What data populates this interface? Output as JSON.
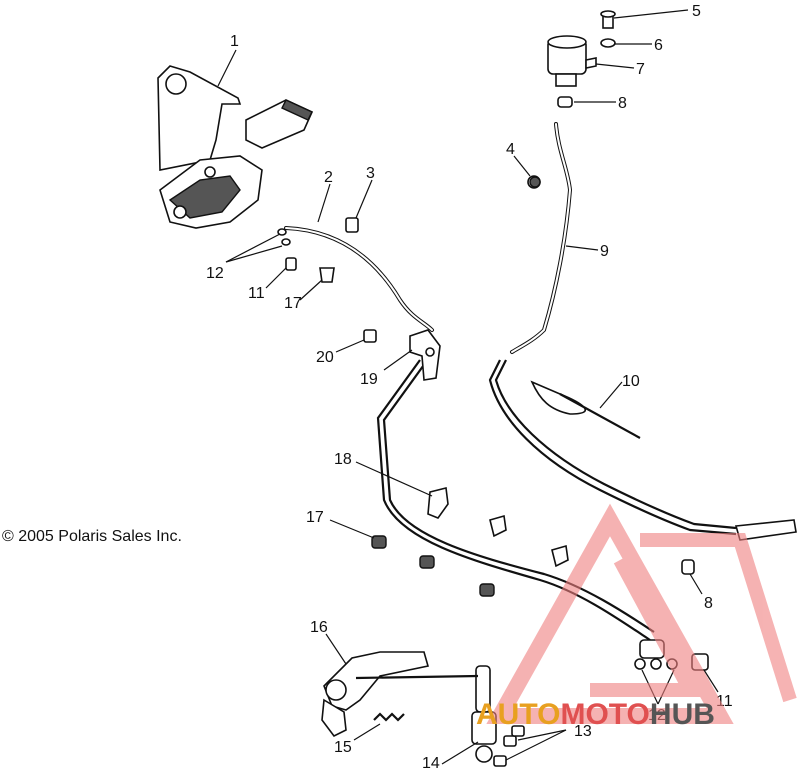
{
  "copyright": "© 2005 Polaris Sales Inc.",
  "callouts": [
    {
      "id": "1",
      "label": "1"
    },
    {
      "id": "2",
      "label": "2"
    },
    {
      "id": "3",
      "label": "3"
    },
    {
      "id": "4",
      "label": "4"
    },
    {
      "id": "5",
      "label": "5"
    },
    {
      "id": "6",
      "label": "6"
    },
    {
      "id": "7",
      "label": "7"
    },
    {
      "id": "8a",
      "label": "8"
    },
    {
      "id": "8b",
      "label": "8"
    },
    {
      "id": "9",
      "label": "9"
    },
    {
      "id": "10",
      "label": "10"
    },
    {
      "id": "11a",
      "label": "11"
    },
    {
      "id": "11b",
      "label": "11"
    },
    {
      "id": "12a",
      "label": "12"
    },
    {
      "id": "12b",
      "label": "12"
    },
    {
      "id": "13",
      "label": "13"
    },
    {
      "id": "14",
      "label": "14"
    },
    {
      "id": "15",
      "label": "15"
    },
    {
      "id": "16",
      "label": "16"
    },
    {
      "id": "17a",
      "label": "17"
    },
    {
      "id": "17b",
      "label": "17"
    },
    {
      "id": "18",
      "label": "18"
    },
    {
      "id": "19",
      "label": "19"
    },
    {
      "id": "20",
      "label": "20"
    }
  ],
  "watermark": {
    "part1": "AUTO",
    "part2": "MOTO",
    "part3": "HUB",
    "color_part1": "#e8a020",
    "color_part2": "#e05050",
    "color_part3": "#555555",
    "logo_color": "#f08080"
  }
}
